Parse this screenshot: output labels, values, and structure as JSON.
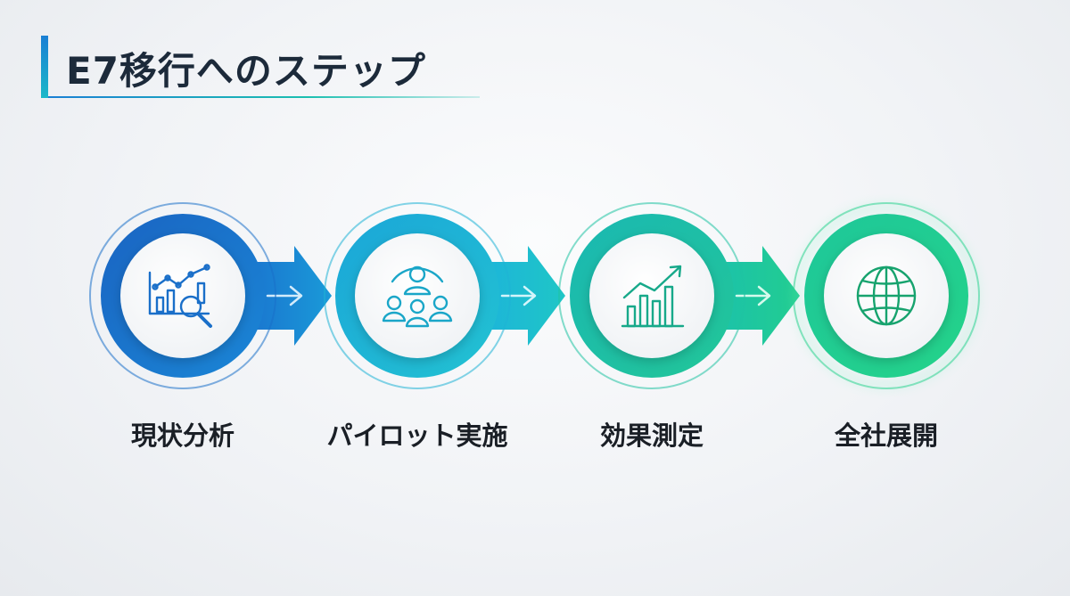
{
  "title": "E7移行へのステップ",
  "colors": {
    "step1": "#1a6fc9",
    "step2": "#1fb3d6",
    "step3": "#1fc3a3",
    "step4": "#23cf8a",
    "text_dark": "#1c2a3a"
  },
  "steps": [
    {
      "label": "現状分析",
      "icon": "analysis-chart-magnifier-icon"
    },
    {
      "label": "パイロット実施",
      "icon": "people-group-icon"
    },
    {
      "label": "効果測定",
      "icon": "growth-bar-chart-icon"
    },
    {
      "label": "全社展開",
      "icon": "globe-icon"
    }
  ]
}
